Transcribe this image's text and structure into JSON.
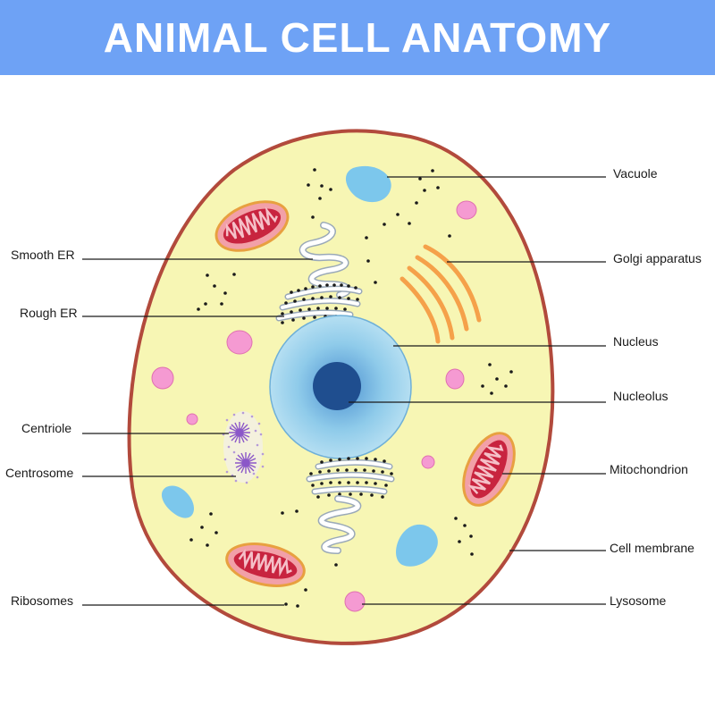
{
  "title": "ANIMAL CELL ANATOMY",
  "colors": {
    "header": "#6ea2f5",
    "cytoplasm": "#f7f6b4",
    "membrane": "#b24a3c",
    "nucleus": "#8fcbea",
    "nucleolus": "#1f4e8f",
    "golgi": "#f5a14a",
    "mitochondrion_outer": "#f2a0a8",
    "mitochondrion_inner": "#c8243f",
    "vacuole": "#7cc7ec",
    "lysosome": "#f59ad2",
    "centriole": "#8b57c8"
  },
  "labels": {
    "vacuole": "Vacuole",
    "golgi": "Golgi apparatus",
    "nucleus": "Nucleus",
    "nucleolus": "Nucleolus",
    "mitochondrion": "Mitochondrion",
    "cell_membrane": "Cell membrane",
    "lysosome": "Lysosome",
    "smooth_er": "Smooth ER",
    "rough_er": "Rough ER",
    "centriole": "Centriole",
    "centrosome": "Centrosome",
    "ribosomes": "Ribosomes"
  }
}
